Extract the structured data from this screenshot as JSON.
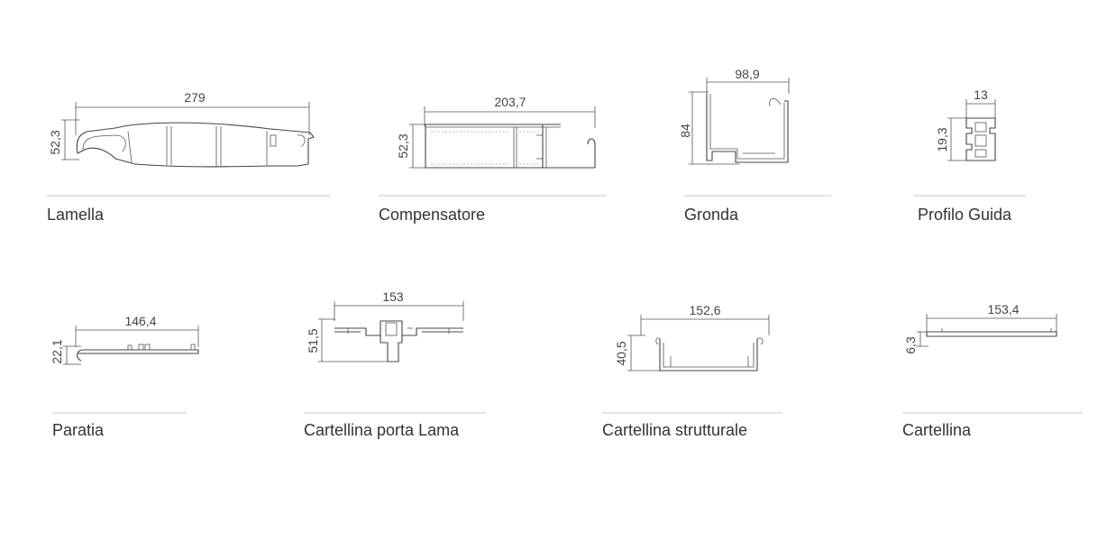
{
  "colors": {
    "line": "#444444",
    "separator": "#c8c8c8",
    "text": "#333333"
  },
  "profiles": [
    {
      "name": "Lamella",
      "width": "279",
      "height": "52,3"
    },
    {
      "name": "Compensatore",
      "width": "203,7",
      "height": "52,3"
    },
    {
      "name": "Gronda",
      "width": "98,9",
      "height": "84"
    },
    {
      "name": "Profilo Guida",
      "width": "13",
      "height": "19,3"
    },
    {
      "name": "Paratia",
      "width": "146,4",
      "height": "22,1"
    },
    {
      "name": "Cartellina porta Lama",
      "width": "153",
      "height": "51,5"
    },
    {
      "name": "Cartellina strutturale",
      "width": "152,6",
      "height": "40,5"
    },
    {
      "name": "Cartellina",
      "width": "153,4",
      "height": "6,3"
    }
  ]
}
